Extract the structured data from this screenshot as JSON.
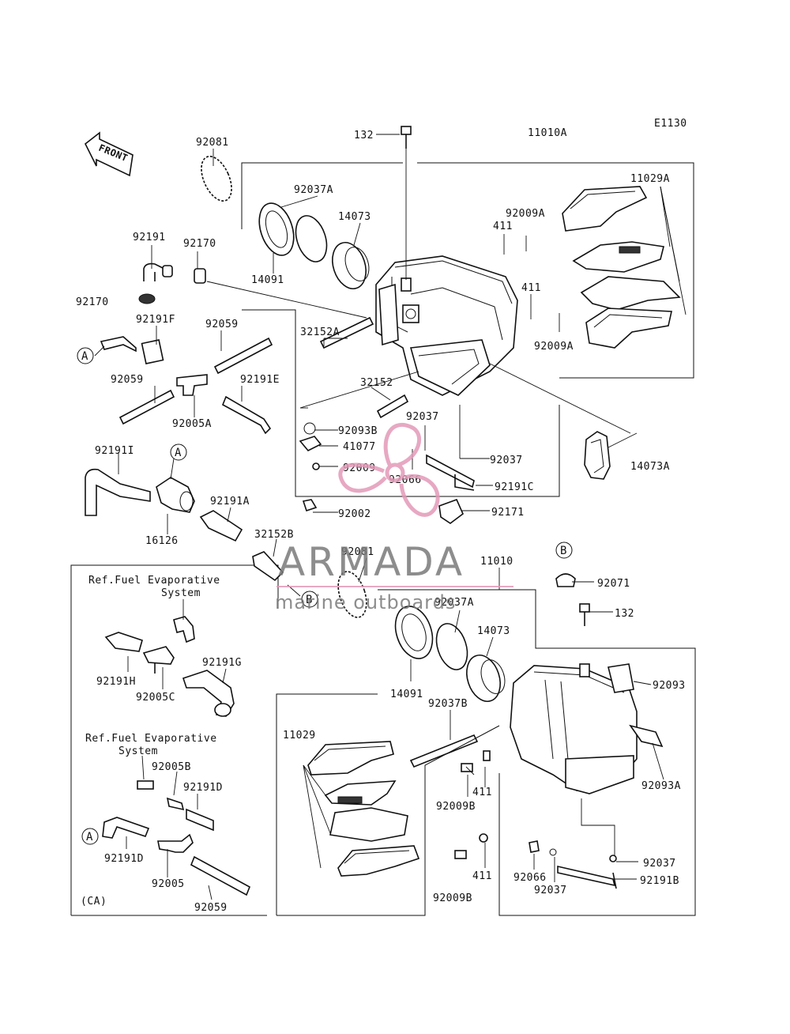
{
  "diagram_code": "E1130",
  "front_label": "FRONT",
  "callouts": {
    "c_132a": "132",
    "c_11010a": "11010A",
    "c_92081a": "92081",
    "c_92037a_1": "92037A",
    "c_14073_1": "14073",
    "c_14091_1": "14091",
    "c_11029a": "11029A",
    "c_92009a_1": "92009A",
    "c_411_1": "411",
    "c_411_2": "411",
    "c_92009a_2": "92009A",
    "c_92191": "92191",
    "c_92170a": "92170",
    "c_92170b": "92170",
    "c_92191f": "92191F",
    "c_92059a": "92059",
    "c_32152a": "32152A",
    "c_92059b": "92059",
    "c_92191e": "92191E",
    "c_92005a": "92005A",
    "c_32152": "32152",
    "c_92093b": "92093B",
    "c_92037_1": "92037",
    "c_41077": "41077",
    "c_92037_2": "92037",
    "c_14073a": "14073A",
    "c_92009": "92009",
    "c_92066_1": "92066",
    "c_92191c": "92191C",
    "c_92191i": "92191I",
    "c_92002": "92002",
    "c_92171": "92171",
    "c_16126": "16126",
    "c_92191a": "92191A",
    "c_32152b": "32152B",
    "c_92081b": "92081",
    "c_11010": "11010",
    "c_92071": "92071",
    "c_132b": "132",
    "c_92037a_2": "92037A",
    "c_14073_2": "14073",
    "c_14091_2": "14091",
    "c_92093": "92093",
    "c_92037b": "92037B",
    "c_11029": "11029",
    "c_411_3": "411",
    "c_92009b_1": "92009B",
    "c_92093a": "92093A",
    "c_92037_3": "92037",
    "c_411_4": "411",
    "c_92066_2": "92066",
    "c_92191b": "92191B",
    "c_92037_4": "92037",
    "c_92009b_2": "92009B",
    "c_92191h": "92191H",
    "c_92005c": "92005C",
    "c_92191g": "92191G",
    "c_92005b": "92005B",
    "c_92191d_1": "92191D",
    "c_92191d_2": "92191D",
    "c_92005": "92005",
    "c_92059c": "92059",
    "c_ca": "(CA)"
  },
  "refs": {
    "ref_a1": "A",
    "ref_a2": "A",
    "ref_a3": "A",
    "ref_b1": "B",
    "ref_b2": "B"
  },
  "notes": {
    "ref_fuel_1_line1": "Ref.Fuel Evaporative",
    "ref_fuel_1_line2": "System",
    "ref_fuel_2_line1": "Ref.Fuel Evaporative",
    "ref_fuel_2_line2": "System"
  },
  "watermark": {
    "brand": "ARMADA",
    "tagline": "marine outboards"
  },
  "colors": {
    "line": "#111111",
    "watermark_pink": "#e39ab8",
    "watermark_gray": "#7a7a7a"
  }
}
